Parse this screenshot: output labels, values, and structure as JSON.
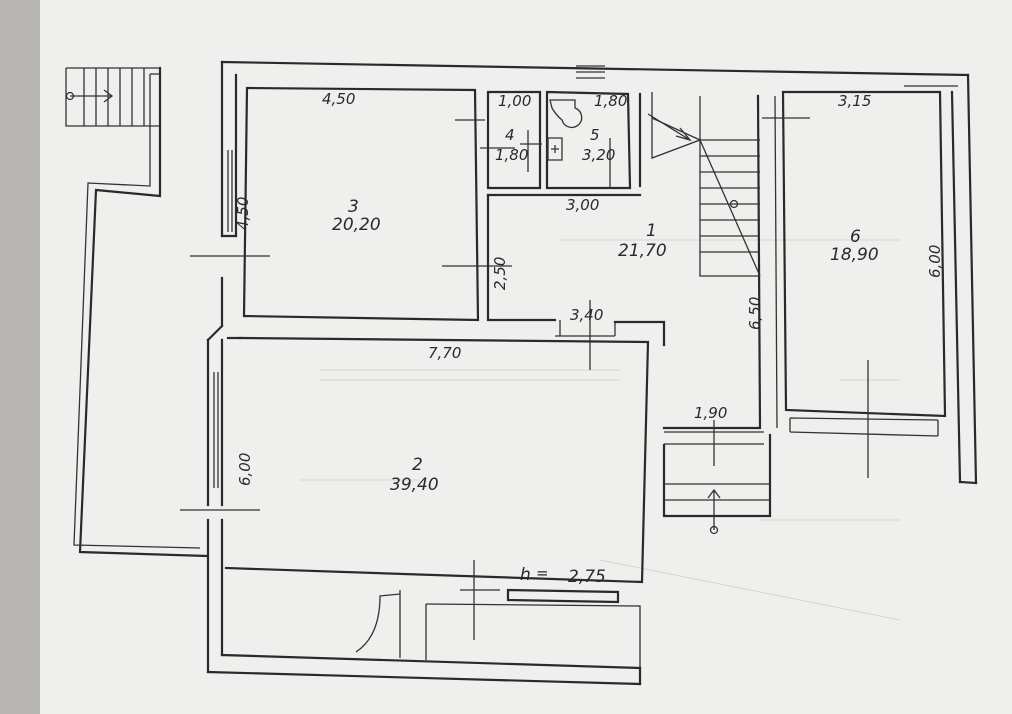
{
  "rooms": [
    {
      "id": "1",
      "number": "1",
      "area": "21,70"
    },
    {
      "id": "2",
      "number": "2",
      "area": "39,40"
    },
    {
      "id": "3",
      "number": "3",
      "area": "20,20"
    },
    {
      "id": "4",
      "number": "4",
      "area": "1,80"
    },
    {
      "id": "5",
      "number": "5",
      "area": "3,20"
    },
    {
      "id": "6",
      "number": "6",
      "area": "18,90"
    }
  ],
  "dimensions": {
    "room3_width": "4,50",
    "room3_height": "4,50",
    "room4_width": "1,00",
    "room5_width": "1,80",
    "room6_width": "3,15",
    "room6_height": "6,00",
    "room1_width": "3,00",
    "room1_wall": "2,50",
    "room1_height": "6,50",
    "room1_bottom": "3,40",
    "room2_width": "7,70",
    "room2_height": "6,00",
    "passage_width": "1,90"
  },
  "ceiling_height": {
    "label": "h",
    "value": "2,75"
  }
}
